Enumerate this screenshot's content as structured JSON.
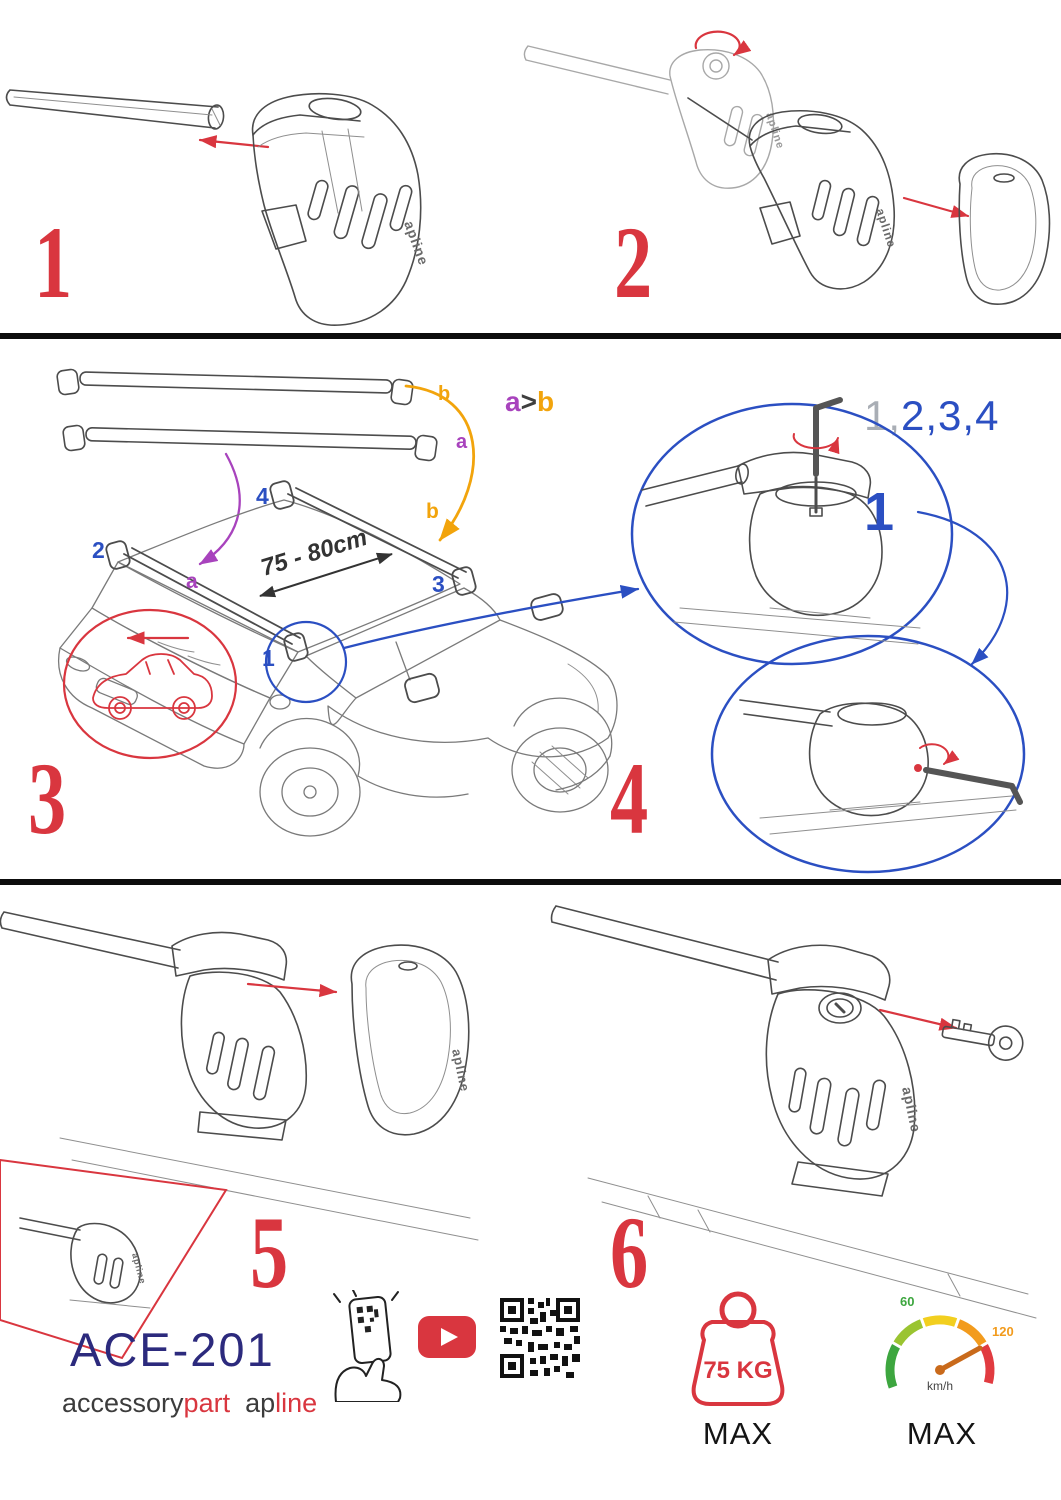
{
  "colors": {
    "red": "#d9363f",
    "blue": "#2b4fc2",
    "purple": "#a843bd",
    "orange": "#f2a40c",
    "gray": "#a9aeb5",
    "navy": "#2c2a7d",
    "green": "#3da63f",
    "speed_orange": "#f29b1d"
  },
  "steps": {
    "s1": "1",
    "s2": "2",
    "s3": "3",
    "s4": "4",
    "s5": "5",
    "s6": "6"
  },
  "diagram": {
    "top_bar_b_label": "b",
    "top_bar_a_label": "a",
    "order_a": "a",
    "order_gt": ">",
    "order_b": "b",
    "sequence_first": "1,",
    "sequence_rest": "2,3,4",
    "roof_label_a": "a",
    "roof_label_b": "b",
    "measurement": "75 - 80cm",
    "foot1": "1",
    "foot2": "2",
    "foot3": "3",
    "foot4": "4",
    "detail_number": "1",
    "foot_brand": "apline"
  },
  "footer": {
    "model": "ACE-201",
    "brand_accessory": "accessory",
    "brand_part": "part",
    "brand_ap": "ap",
    "brand_line": "line",
    "weight_value": "75 KG",
    "weight_max_label": "MAX",
    "speed_tick_60": "60",
    "speed_tick_120": "120",
    "speed_unit": "km/h",
    "speed_max_label": "MAX"
  }
}
